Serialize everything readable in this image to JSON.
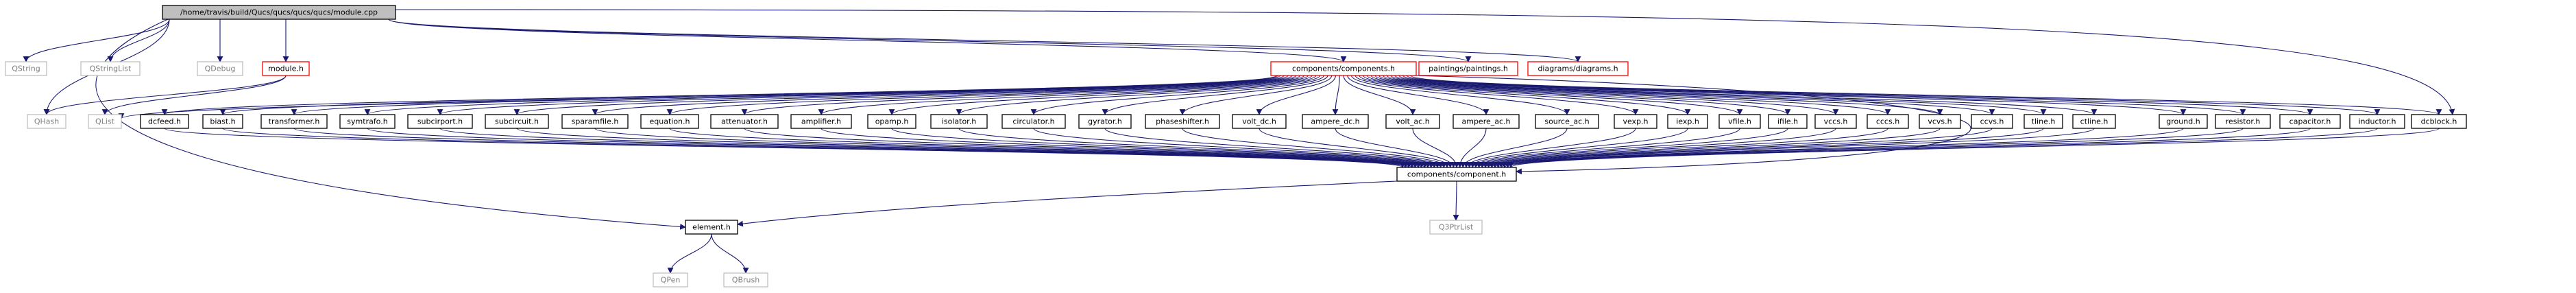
{
  "title": "/home/travis/build/Qucs/qucs/qucs/qucs/module.cpp",
  "colors": {
    "edge": "#191970",
    "root_fill": "#bfbfbf",
    "default_border": "#000000",
    "missing_doc_border": "#ff0000",
    "external_border": "#bfbfbf",
    "external_text": "#808080"
  },
  "nodes": {
    "root": "/home/travis/build/Qucs/qucs/qucs/qucs/module.cpp",
    "qstring": "QString",
    "qstringlist": "QStringList",
    "qdebug": "QDebug",
    "module_h": "module.h",
    "components_h": "components/components.h",
    "paintings_h": "paintings/paintings.h",
    "diagrams_h": "diagrams/diagrams.h",
    "qhash": "QHash",
    "qlist": "QList",
    "dcfeed_h": "dcfeed.h",
    "biast_h": "biast.h",
    "transformer_h": "transformer.h",
    "symtrafo_h": "symtrafo.h",
    "subcirport_h": "subcirport.h",
    "subcircuit_h": "subcircuit.h",
    "sparamfile_h": "sparamfile.h",
    "equation_h": "equation.h",
    "attenuator_h": "attenuator.h",
    "amplifier_h": "amplifier.h",
    "opamp_h": "opamp.h",
    "isolator_h": "isolator.h",
    "circulator_h": "circulator.h",
    "gyrator_h": "gyrator.h",
    "phaseshifter_h": "phaseshifter.h",
    "volt_dc_h": "volt_dc.h",
    "ampere_dc_h": "ampere_dc.h",
    "volt_ac_h": "volt_ac.h",
    "ampere_ac_h": "ampere_ac.h",
    "source_ac_h": "source_ac.h",
    "vexp_h": "vexp.h",
    "iexp_h": "iexp.h",
    "vfile_h": "vfile.h",
    "ifile_h": "ifile.h",
    "vccs_h": "vccs.h",
    "cccs_h": "cccs.h",
    "vcvs_h": "vcvs.h",
    "ccvs_h": "ccvs.h",
    "tline_h": "tline.h",
    "ctline_h": "ctline.h",
    "ground_h": "ground.h",
    "resistor_h": "resistor.h",
    "capacitor_h": "capacitor.h",
    "inductor_h": "inductor.h",
    "dcblock_h": "dcblock.h",
    "component_h": "components/component.h",
    "q3ptrlist": "Q3PtrList",
    "element_h": "element.h",
    "qpen": "QPen",
    "qbrush": "QBrush"
  }
}
